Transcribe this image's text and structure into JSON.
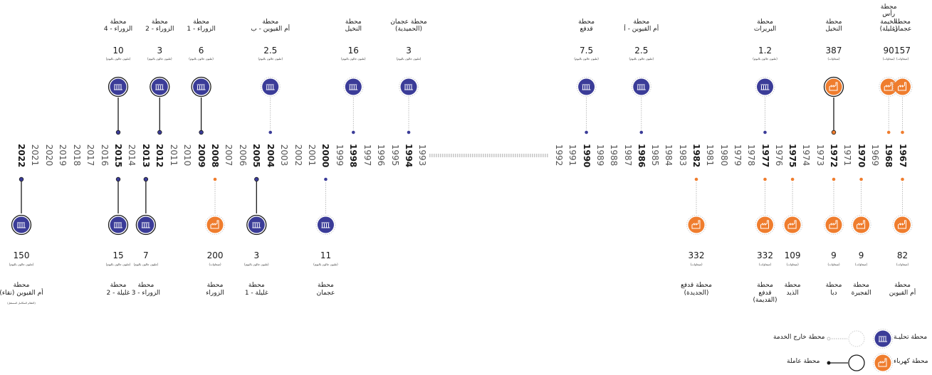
{
  "colors": {
    "desal": "#3b3c98",
    "power": "#ef7d2e",
    "ring": "#1a1a1a",
    "gray": "#aaaaaa",
    "text": "#1a1a1a"
  },
  "years": [
    "2022",
    "2021",
    "2020",
    "2019",
    "2018",
    "2017",
    "2016",
    "2015",
    "2014",
    "2013",
    "2012",
    "2011",
    "2010",
    "2009",
    "2008",
    "2007",
    "2006",
    "2005",
    "2004",
    "2003",
    "2002",
    "2001",
    "2000",
    "1999",
    "1998",
    "1997",
    "1996",
    "1995",
    "1994",
    "1993",
    "1992",
    "1991",
    "1990",
    "1989",
    "1988",
    "1987",
    "1986",
    "1985",
    "1984",
    "1983",
    "1982",
    "1981",
    "1980",
    "1979",
    "1978",
    "1977",
    "1976",
    "1975",
    "1974",
    "1973",
    "1972",
    "1971",
    "1970",
    "1969",
    "1968",
    "1967"
  ],
  "major_years": [
    "2022",
    "2015",
    "2013",
    "2012",
    "2009",
    "2008",
    "2005",
    "2004",
    "2000",
    "1998",
    "1994",
    "1990",
    "1986",
    "1982",
    "1977",
    "1975",
    "1972",
    "1970",
    "1968",
    "1967"
  ],
  "stations_above": [
    {
      "id": "zawra4",
      "year": "2015",
      "name": "محطة\nالزوراء - 4",
      "value": "10",
      "unit": "(مليون جالون باليوم)",
      "type": "desal",
      "status": "working"
    },
    {
      "id": "zawra2",
      "year": "2012",
      "name": "محطة\nالزوراء - 2",
      "value": "3",
      "unit": "(مليون جالون باليوم)",
      "type": "desal",
      "status": "working"
    },
    {
      "id": "zawra1",
      "year": "2009",
      "name": "محطة\nالزوراء - 1",
      "value": "6",
      "unit": "(مليون جالون باليوم)",
      "type": "desal",
      "status": "working"
    },
    {
      "id": "umqb",
      "year": "2004",
      "name": "محطة\nأم القيوين - ب",
      "value": "2.5",
      "unit": "(مليون جالون باليوم)",
      "type": "desal",
      "status": "out"
    },
    {
      "id": "nakheel98",
      "year": "1998",
      "name": "محطة\nالنخيل",
      "value": "16",
      "unit": "(مليون جالون باليوم)",
      "type": "desal",
      "status": "out"
    },
    {
      "id": "ajmanhm",
      "year": "1994",
      "name": "محطة عجمان\n(الحميدية)",
      "value": "3",
      "unit": "(مليون جالون باليوم)",
      "type": "desal",
      "status": "out"
    },
    {
      "id": "qidfa90",
      "year": "1990",
      "name": "محطة\nقدفع",
      "value": "7.5",
      "unit": "(مليون جالون باليوم)",
      "type": "desal",
      "status": "out"
    },
    {
      "id": "umqa",
      "year": "1986",
      "name": "محطة\nأم القيوين - أ",
      "value": "2.5",
      "unit": "(مليون جالون باليوم)",
      "type": "desal",
      "status": "out"
    },
    {
      "id": "bureirat",
      "year": "1977",
      "name": "محطة\nالبريرات",
      "value": "1.2",
      "unit": "(مليون جالون باليوم)",
      "type": "desal",
      "status": "out"
    },
    {
      "id": "nakheel72",
      "year": "1972",
      "name": "محطة\nالنخيل",
      "value": "387",
      "unit": "(ميجاوات)",
      "type": "power",
      "status": "working"
    },
    {
      "id": "ghalila68",
      "year": "1968",
      "name": "محطة\nرأس\nالخيمة\n(غليلة)",
      "value": "90",
      "unit": "(ميجاوات)",
      "type": "power",
      "status": "out"
    },
    {
      "id": "ajman67",
      "year": "1967",
      "name": "محطة\nعجمان",
      "value": "157",
      "unit": "(ميجاوات)",
      "type": "power",
      "status": "out"
    }
  ],
  "stations_below": [
    {
      "id": "umqnaqaa",
      "year": "2022",
      "name": "محطة\nأم القيوين (نقاء)",
      "note": "(النظام المتكامل المستقل)",
      "value": "150",
      "unit": "(مليون جالون باليوم)",
      "type": "desal",
      "status": "working"
    },
    {
      "id": "ghalila2",
      "year": "2015",
      "name": "محطة\nغليلة - 2",
      "value": "15",
      "unit": "(مليون جالون باليوم)",
      "type": "desal",
      "status": "working"
    },
    {
      "id": "zawra3",
      "year": "2013",
      "name": "محطة\nالزوراء - 3",
      "value": "7",
      "unit": "(مليون جالون باليوم)",
      "type": "desal",
      "status": "working"
    },
    {
      "id": "zawrapw",
      "year": "2008",
      "name": "محطة\nالزوراء",
      "value": "200",
      "unit": "(ميجاوات)",
      "type": "power",
      "status": "out"
    },
    {
      "id": "ghalila1",
      "year": "2005",
      "name": "محطة\nغليلة - 1",
      "value": "3",
      "unit": "(مليون جالون باليوم)",
      "type": "desal",
      "status": "working"
    },
    {
      "id": "ajman00",
      "year": "2000",
      "name": "محطة\nعجمان",
      "value": "11",
      "unit": "(مليون جالون باليوم)",
      "type": "desal",
      "status": "out"
    },
    {
      "id": "qidfanew",
      "year": "1982",
      "name": "محطة قدفع\n(الجديدة)",
      "value": "332",
      "unit": "(ميجاوات)",
      "type": "power",
      "status": "out"
    },
    {
      "id": "qidfaold",
      "year": "1977",
      "name": "محطة\nقدفع\n(القديمة)",
      "value": "332",
      "unit": "(ميجاوات)",
      "type": "power",
      "status": "out"
    },
    {
      "id": "dhaid",
      "year": "1975",
      "name": "محطة\nالذيد",
      "value": "109",
      "unit": "(ميجاوات)",
      "type": "power",
      "status": "out"
    },
    {
      "id": "dibba",
      "year": "1972",
      "name": "محطة\nدبا",
      "value": "9",
      "unit": "(ميجاوات)",
      "type": "power",
      "status": "out"
    },
    {
      "id": "fujairah",
      "year": "1970",
      "name": "محطة\nالفجيرة",
      "value": "9",
      "unit": "(ميجاوات)",
      "type": "power",
      "status": "out"
    },
    {
      "id": "umqpw",
      "year": "1967",
      "name": "محطة\nأم القيوين",
      "value": "82",
      "unit": "(ميجاوات)",
      "type": "power",
      "status": "out"
    }
  ],
  "legend": {
    "desal": "محطة تحليـة",
    "power": "محطة كهرباء",
    "out_of_service": "محطة خارج الخدمة",
    "working": "محطة عاملة"
  }
}
